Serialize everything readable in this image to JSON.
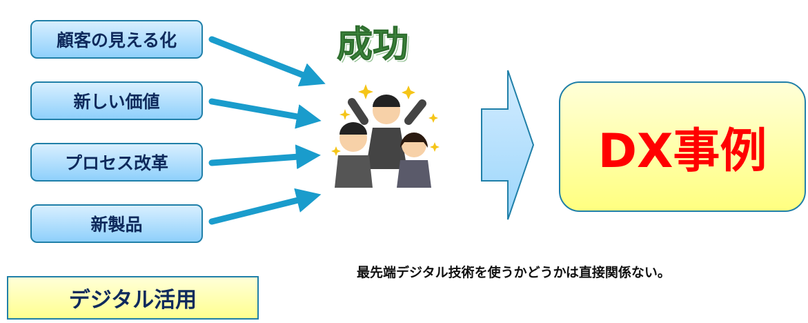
{
  "boxes": [
    "顧客の見える化",
    "新しい価値",
    "プロセス改革",
    "新製品"
  ],
  "success": "成功",
  "result": "DX事例",
  "note": "最先端デジタル技術を使うかどうかは直接関係ない。",
  "digital": "デジタル活用",
  "colors": {
    "arrow": "#1a9ccc",
    "box_border": "#1f7fa8",
    "result_text": "#ff0000",
    "success_text": "#3f8a3f"
  }
}
